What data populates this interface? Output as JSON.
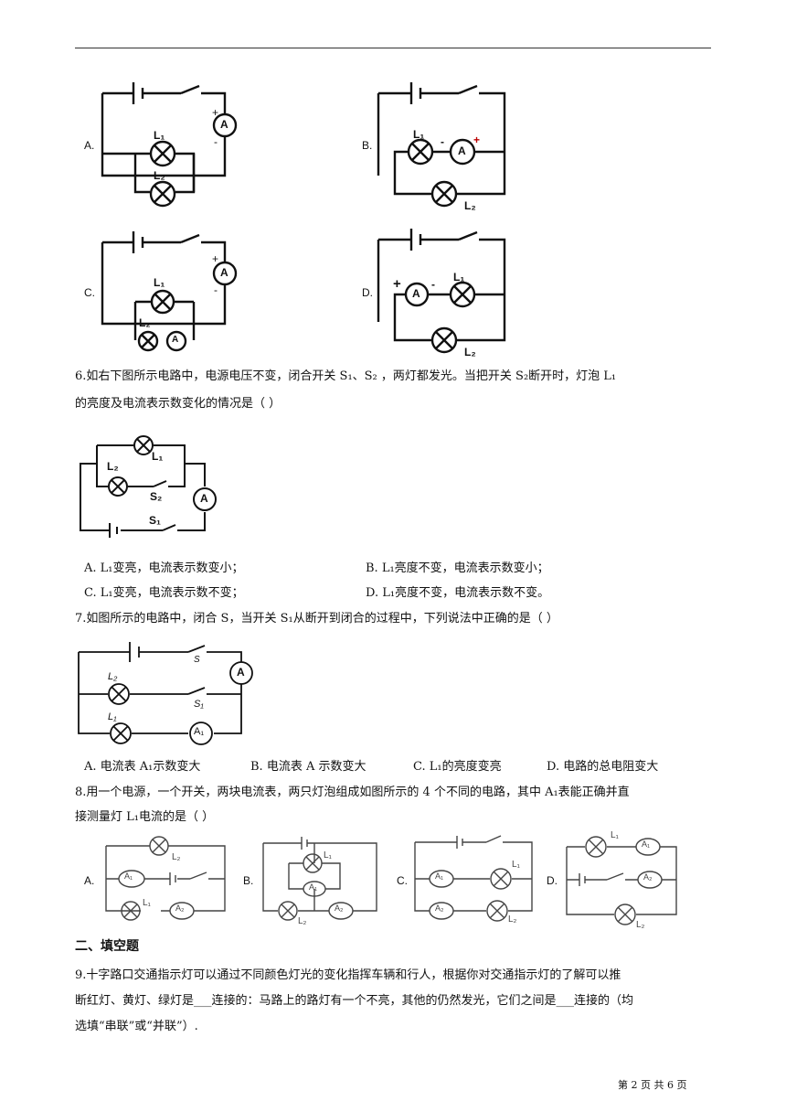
{
  "q5": {
    "labels": [
      "A.",
      "B.",
      "C.",
      "D."
    ]
  },
  "q6": {
    "line1": "6.如右下图所示电路中，电源电压不变，闭合开关 S₁、S₂ ，两灯都发光。当把开关 S₂断开时，灯泡 L₁",
    "line2": "的亮度及电流表示数变化的情况是（    ）",
    "optA": "A. L₁变亮，电流表示数变小；",
    "optB": "B. L₁亮度不变，电流表示数变小；",
    "optC": "C. L₁变亮，电流表示数不变；",
    "optD": "D. L₁亮度不变，电流表示数不变。"
  },
  "q7": {
    "stem": "7.如图所示的电路中，闭合 S，当开关 S₁从断开到闭合的过程中，下列说法中正确的是（    ）",
    "optA": "A. 电流表 A₁示数变大",
    "optB": "B. 电流表 A 示数变大",
    "optC": "C. L₁的亮度变亮",
    "optD": "D. 电路的总电阻变大"
  },
  "q8": {
    "line1": "8.用一个电源，一个开关，两块电流表，两只灯泡组成如图所示的 4 个不同的电路，其中 A₁表能正确并直",
    "line2": "接测量灯 L₁电流的是（    ）",
    "labels": [
      "A.",
      "B.",
      "C.",
      "D."
    ]
  },
  "section2": {
    "title": "二、填空题"
  },
  "q9": {
    "line1": "9.十字路口交通指示灯可以通过不同颜色灯光的变化指挥车辆和行人，根据你对交通指示灯的了解可以推",
    "line2": "断红灯、黄灯、绿灯是___连接的：马路上的路灯有一个不亮，其他的仍然发光，它们之间是___连接的（均",
    "line3": "选填“串联”或“并联”）."
  },
  "footer": {
    "page": "第 2 页 共 6 页"
  },
  "circuit_labels": {
    "L1": "L₁",
    "L2": "L₂",
    "A": "A",
    "A1": "A₁",
    "A2": "A₂",
    "S": "S",
    "S1": "S₁",
    "S2": "S₂",
    "plus": "+",
    "minus": "-"
  }
}
